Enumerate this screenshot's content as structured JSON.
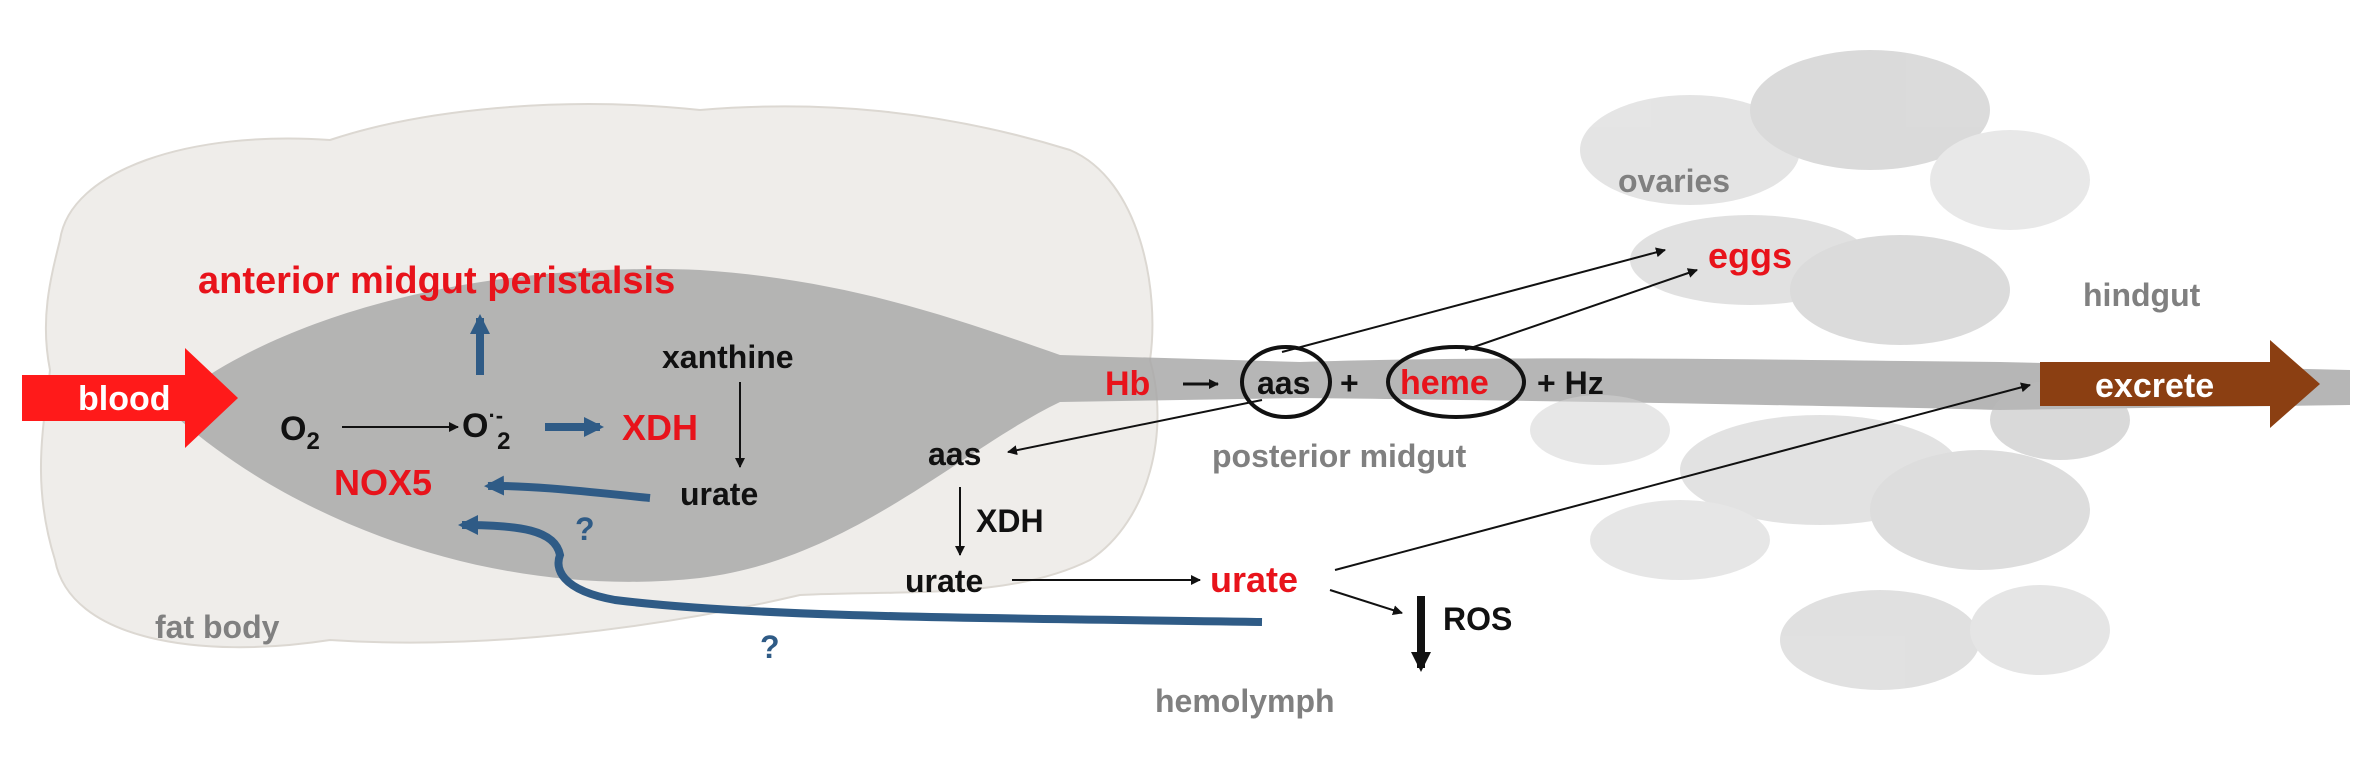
{
  "labels": {
    "anterior_midgut_peristalsis": "anterior midgut peristalsis",
    "blood": "blood",
    "o2": "O",
    "o2_sub": "2",
    "superoxide": "O",
    "superoxide_sup": "·-",
    "superoxide_sub": "2",
    "xdh_red": "XDH",
    "nox5": "NOX5",
    "xanthine": "xanthine",
    "urate_fatbody": "urate",
    "question_1": "?",
    "question_2": "?",
    "fat_body": "fat body",
    "hb": "Hb",
    "hb_arrow": "→",
    "aas_circled": "aas",
    "plus_1": "+",
    "heme": "heme",
    "plus_hz": "+ Hz",
    "posterior_midgut": "posterior midgut",
    "aas": "aas",
    "xdh_black": "XDH",
    "urate_black": "urate",
    "urate_red": "urate",
    "ros": "ROS",
    "hemolymph": "hemolymph",
    "ovaries": "ovaries",
    "eggs": "eggs",
    "hindgut": "hindgut",
    "excrete": "excrete"
  },
  "colors": {
    "red": "#e8131b",
    "blue": "#2f5b86",
    "gray_text": "#808080",
    "excrete_brown": "#8b3f12",
    "fat_body_fill": "#efedea",
    "midgut_fill": "#a9a9a9"
  }
}
